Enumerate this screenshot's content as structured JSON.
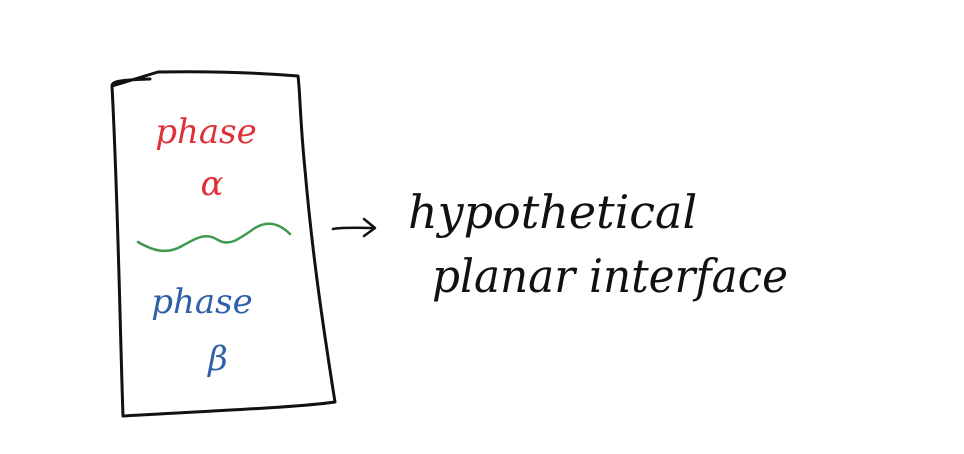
{
  "phase_top": {
    "word": "phase",
    "symbol": "α",
    "color": "#e0303a"
  },
  "phase_bottom": {
    "word": "phase",
    "symbol": "β",
    "color": "#2f5fa6"
  },
  "interface_line_color": "#3f9a4f",
  "outline_color": "#111111",
  "annotation": {
    "arrow": "→",
    "line1": "hypothetical",
    "line2": "planar interface"
  }
}
